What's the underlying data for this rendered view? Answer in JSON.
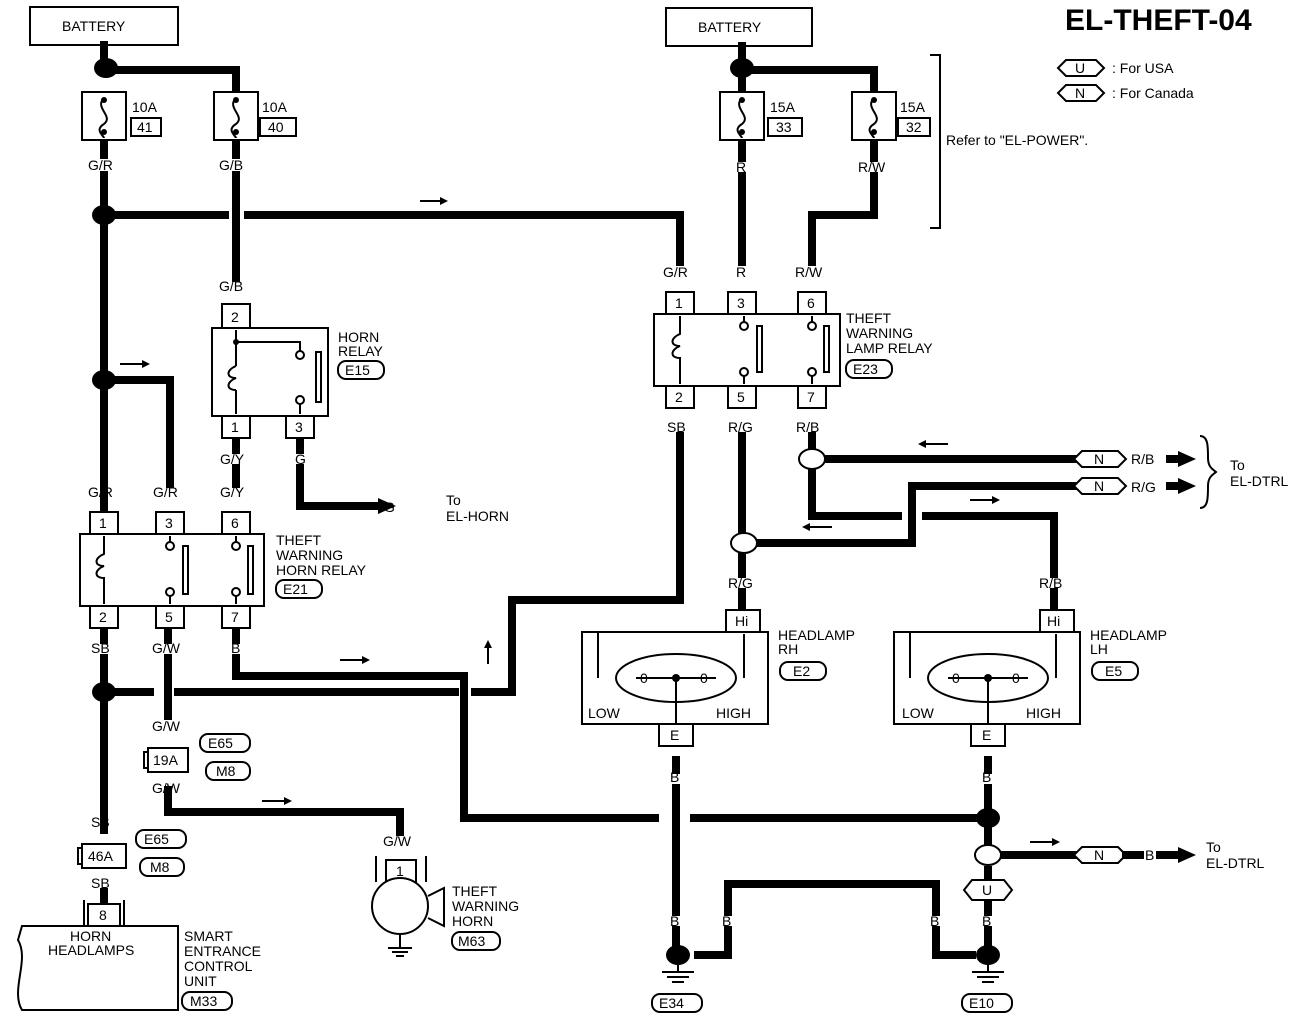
{
  "title": "EL-THEFT-04",
  "legend": [
    {
      "code": "U",
      "text": ": For USA"
    },
    {
      "code": "N",
      "text": ": For Canada"
    }
  ],
  "refer_text": "Refer to \"EL-POWER\".",
  "batteries": [
    "BATTERY",
    "BATTERY"
  ],
  "fuses": [
    {
      "amp": "10A",
      "num": "41"
    },
    {
      "amp": "10A",
      "num": "40"
    },
    {
      "amp": "15A",
      "num": "33"
    },
    {
      "amp": "15A",
      "num": "32"
    }
  ],
  "wires": {
    "gr": "G/R",
    "gb": "G/B",
    "gy": "G/Y",
    "g": "G",
    "sb": "SB",
    "gw": "G/W",
    "b": "B",
    "r": "R",
    "rw": "R/W",
    "rg": "R/G",
    "rb": "R/B"
  },
  "horn_relay": {
    "name": "HORN\nRELAY",
    "line1": "HORN",
    "line2": "RELAY",
    "conn": "E15",
    "pins": [
      "2",
      "1",
      "3"
    ]
  },
  "twh_relay": {
    "line1": "THEFT",
    "line2": "WARNING",
    "line3": "HORN RELAY",
    "conn": "E21",
    "pins": [
      "1",
      "3",
      "6",
      "2",
      "5",
      "7"
    ]
  },
  "twl_relay": {
    "line1": "THEFT",
    "line2": "WARNING",
    "line3": "LAMP RELAY",
    "conn": "E23",
    "pins": [
      "1",
      "3",
      "6",
      "2",
      "5",
      "7"
    ]
  },
  "to_horn": {
    "to": "To",
    "target": "EL-HORN"
  },
  "to_dtrl": {
    "to": "To",
    "target": "EL-DTRL"
  },
  "headlamp_rh": {
    "line1": "HEADLAMP",
    "line2": "RH",
    "conn": "E2",
    "hi": "Hi",
    "e": "E",
    "low": "LOW",
    "high": "HIGH"
  },
  "headlamp_lh": {
    "line1": "HEADLAMP",
    "line2": "LH",
    "conn": "E5",
    "hi": "Hi",
    "e": "E",
    "low": "LOW",
    "high": "HIGH"
  },
  "joint_19a": {
    "pin": "19A",
    "c1": "E65",
    "c2": "M8"
  },
  "joint_46a": {
    "pin": "46A",
    "c1": "E65",
    "c2": "M8"
  },
  "horn": {
    "line1": "THEFT",
    "line2": "WARNING",
    "line3": "HORN",
    "conn": "M63",
    "pin": "1"
  },
  "secu": {
    "pin": "8",
    "in1": "HORN",
    "in2": "HEADLAMPS",
    "line1": "SMART",
    "line2": "ENTRANCE",
    "line3": "CONTROL",
    "line4": "UNIT",
    "conn": "M33"
  },
  "grounds": [
    "E34",
    "E10"
  ],
  "markers": {
    "n": "N",
    "u": "U"
  }
}
